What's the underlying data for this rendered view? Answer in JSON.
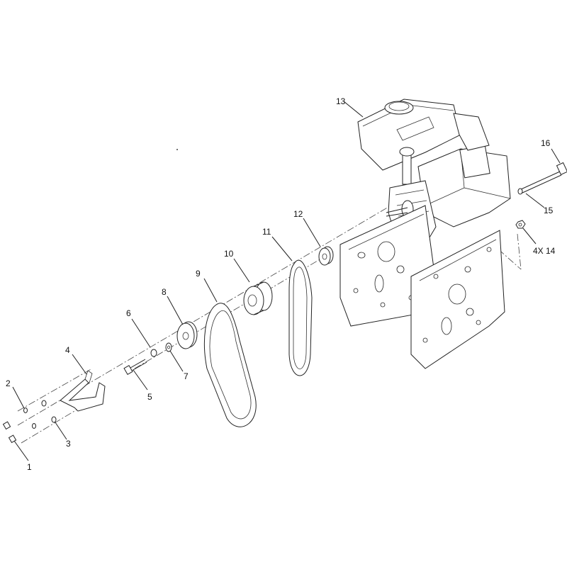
{
  "callouts": {
    "c1": "1",
    "c2": "2",
    "c3": "3",
    "c4": "4",
    "c5": "5",
    "c6": "6",
    "c7": "7",
    "c8": "8",
    "c9": "9",
    "c10": "10",
    "c11": "11",
    "c12": "12",
    "c13": "13",
    "c14": "4X 14",
    "c15": "15",
    "c16": "16"
  }
}
